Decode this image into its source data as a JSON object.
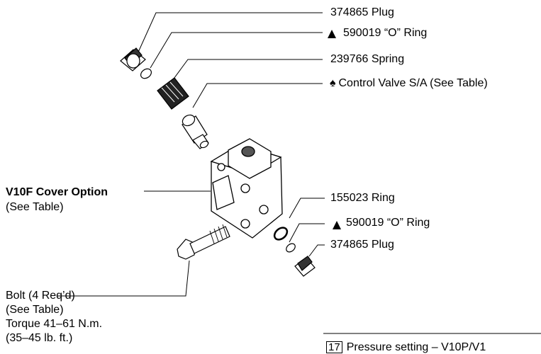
{
  "callouts": {
    "plug_top": "374865 Plug",
    "oring_top_mark": "▲",
    "oring_top": "590019 “O” Ring",
    "spring": "239766 Spring",
    "control_valve_mark": "♠",
    "control_valve": "Control Valve S/A (See Table)",
    "cover_title": "V10F Cover Option",
    "cover_note": "(See Table)",
    "ring": "155023 Ring",
    "oring_bottom_mark": "▲",
    "oring_bottom": "590019 “O” Ring",
    "plug_bottom": "374865 Plug",
    "bolt_line1": "Bolt (4 Req’d)",
    "bolt_line2": "(See Table)",
    "bolt_line3": "Torque 41–61 N.m.",
    "bolt_line4": "(35–45 lb. ft.)"
  },
  "footer": {
    "figure_number": "17",
    "caption": "Pressure setting – V10P/V1"
  }
}
